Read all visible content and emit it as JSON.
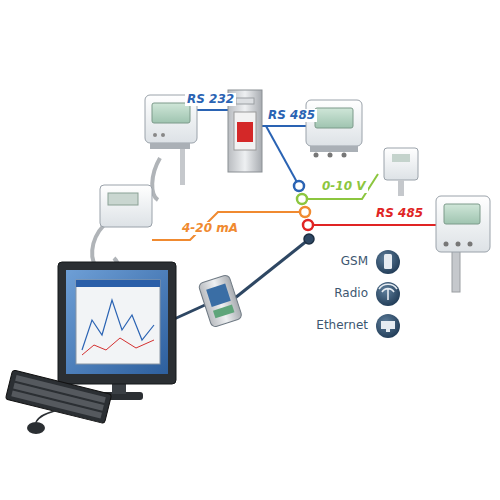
{
  "diagram": {
    "labels": [
      "RS 232",
      "RS 485",
      "0-10 V",
      "4-20 mA",
      "RS 485",
      "GSM",
      "Radio",
      "Ethernet"
    ]
  }
}
